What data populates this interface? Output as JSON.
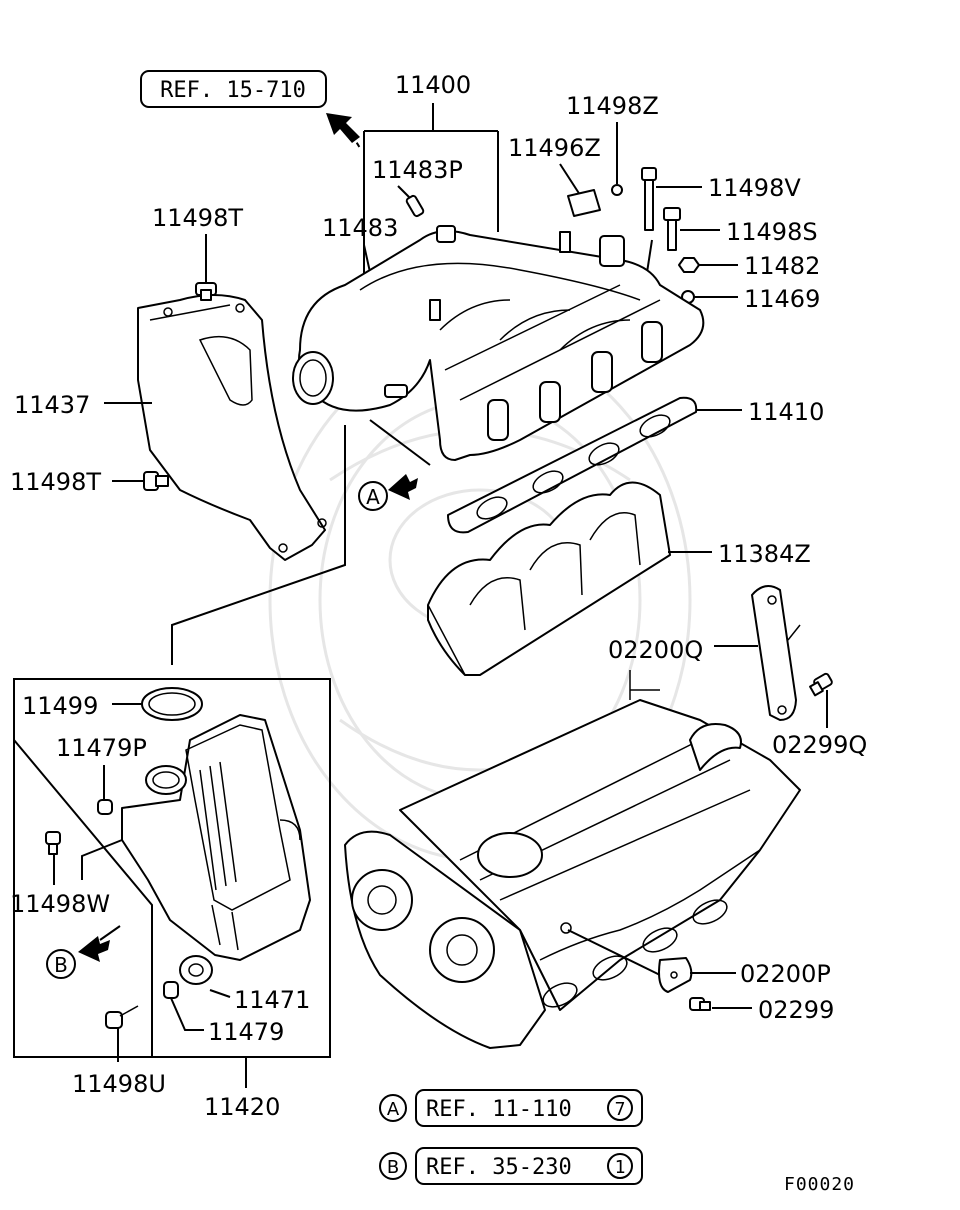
{
  "refs": {
    "top": "REF. 15-710",
    "a": "REF. 11-110",
    "a_marker": "A",
    "a_circle": "7",
    "b": "REF. 35-230",
    "b_marker": "B",
    "b_circle": "1"
  },
  "markers": {
    "a": "A",
    "b": "B"
  },
  "labels": {
    "p11400": "11400",
    "p11498z": "11498Z",
    "p11496z": "11496Z",
    "p11483p": "11483P",
    "p11483": "11483",
    "p11498t_top": "11498T",
    "p11498v": "11498V",
    "p11498s": "11498S",
    "p11482": "11482",
    "p11469": "11469",
    "p11437": "11437",
    "p11410": "11410",
    "p11498t_bottom": "11498T",
    "p11384z": "11384Z",
    "p02200q": "02200Q",
    "p02299q": "02299Q",
    "p11499": "11499",
    "p11479p": "11479P",
    "p11498w": "11498W",
    "p11471": "11471",
    "p11479": "11479",
    "p11498u": "11498U",
    "p11420": "11420",
    "p02200p": "02200P",
    "p02299": "02299"
  },
  "footer_code": "F00020"
}
